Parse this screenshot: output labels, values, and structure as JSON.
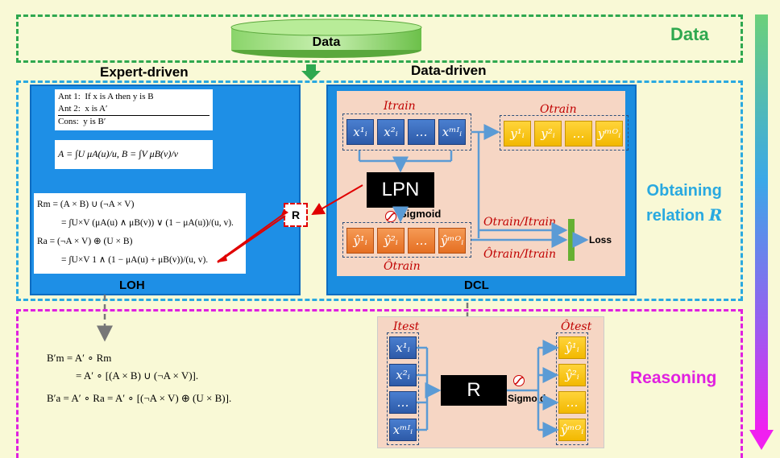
{
  "data_section": {
    "label": "Data",
    "db_label": "Data"
  },
  "headers": {
    "expert": "Expert-driven",
    "data": "Data-driven"
  },
  "obtaining": {
    "line1": "Obtaining",
    "line2": "relation ",
    "line2_var": "R"
  },
  "reasoning": {
    "label": "Reasoning"
  },
  "loh": {
    "label": "LOH",
    "rule": [
      {
        "k": "Ant 1:",
        "v": "If x is A then y is B"
      },
      {
        "k": "Ant 2:",
        "v": "x is A′"
      },
      {
        "k": "Cons:",
        "v": "y is B′"
      }
    ],
    "membership": "A = ∫U μA(u)/u,      B = ∫V μB(v)/v",
    "relations": [
      "Rm = (A × B) ∪ (¬A × V)",
      "= ∫U×V (μA(u) ∧ μB(v)) ∨ (1 − μA(u))/(u, v).",
      "Ra = (¬A × V) ⊕ (U × B)",
      "= ∫U×V 1 ∧ (1 − μA(u) + μB(v))/(u, v)."
    ]
  },
  "r_small": "R",
  "dcl": {
    "label": "DCL",
    "lpn": "LPN",
    "sigmoid": "Sigmoid",
    "loss": "Loss",
    "i_train": "Itrain",
    "o_train": "Otrain",
    "ohat_train": "Ôtrain",
    "ratio1": "Otrain/Itrain",
    "ratio2": "Ôtrain/Itrain",
    "x_labels": [
      "x¹ᵢ",
      "x²ᵢ",
      "…",
      "xᵐᴵᵢ"
    ],
    "y_labels": [
      "y¹ᵢ",
      "y²ᵢ",
      "…",
      "yᵐᴼᵢ"
    ],
    "yhat_labels": [
      "ŷ¹ᵢ",
      "ŷ²ᵢ",
      "…",
      "ŷᵐᴼᵢ"
    ]
  },
  "test": {
    "i_test": "Itest",
    "ohat_test": "Ôtest",
    "r": "R",
    "sigmoid": "Sigmoid",
    "x_labels": [
      "x¹ᵢ",
      "x²ᵢ",
      "…",
      "xᵐᴵᵢ"
    ],
    "yhat_labels": [
      "ŷ¹ᵢ",
      "ŷ²ᵢ",
      "…",
      "ŷᵐᴼᵢ"
    ]
  },
  "reasoning_formulas": [
    "B′m = A′ ∘ Rm",
    "= A′ ∘ [(A × B) ∪ (¬A × V)].",
    "B′a = A′ ∘ Ra = A′ ∘ [(¬A × V) ⊕ (U × B)]."
  ],
  "colors": {
    "data_green": "#2fa84f",
    "cyan": "#29a9e0",
    "magenta": "#e020e0",
    "loh_blue": "#1e8fe6",
    "dcl_blue": "#1a8de0",
    "dcl_bg": "#f6d6c4"
  }
}
